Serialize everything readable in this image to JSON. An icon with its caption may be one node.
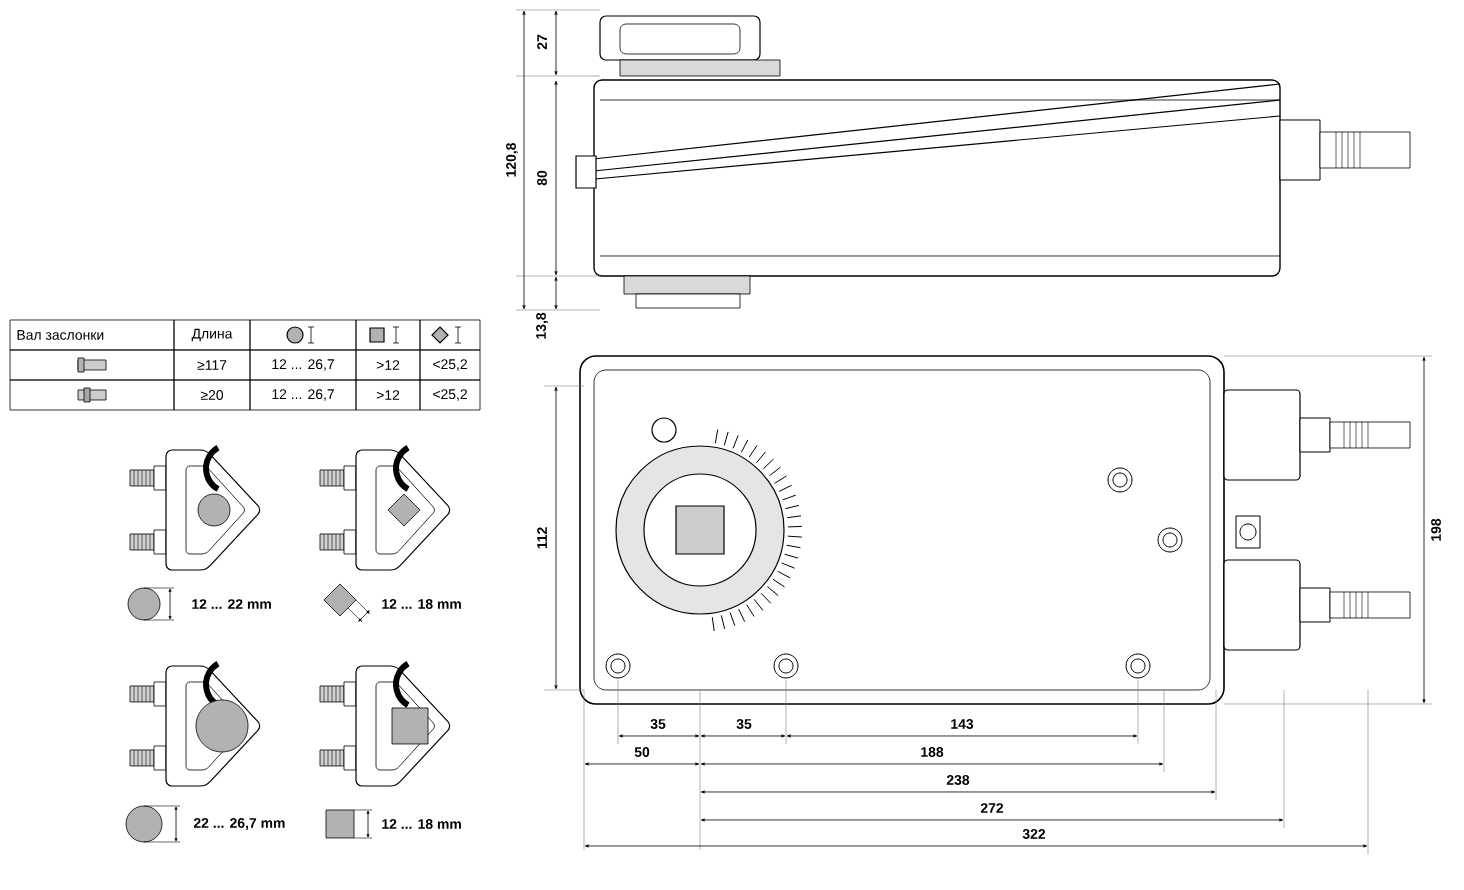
{
  "diagram": {
    "labels": [
      "Вал заслонки",
      "Длина",
      "≥117",
      "12 ... 26,7",
      ">12",
      "<25,2",
      "≥20",
      "12 ... 26,7",
      ">12",
      "<25,2",
      "12 ... 22 mm",
      "12 ... 18 mm",
      "22 ... 26,7 mm",
      "12 ... 18 mm",
      "27",
      "80",
      "120,8",
      "13,8",
      "112",
      "198",
      "35",
      "35",
      "143",
      "50",
      "188",
      "238",
      "272",
      "322"
    ]
  }
}
